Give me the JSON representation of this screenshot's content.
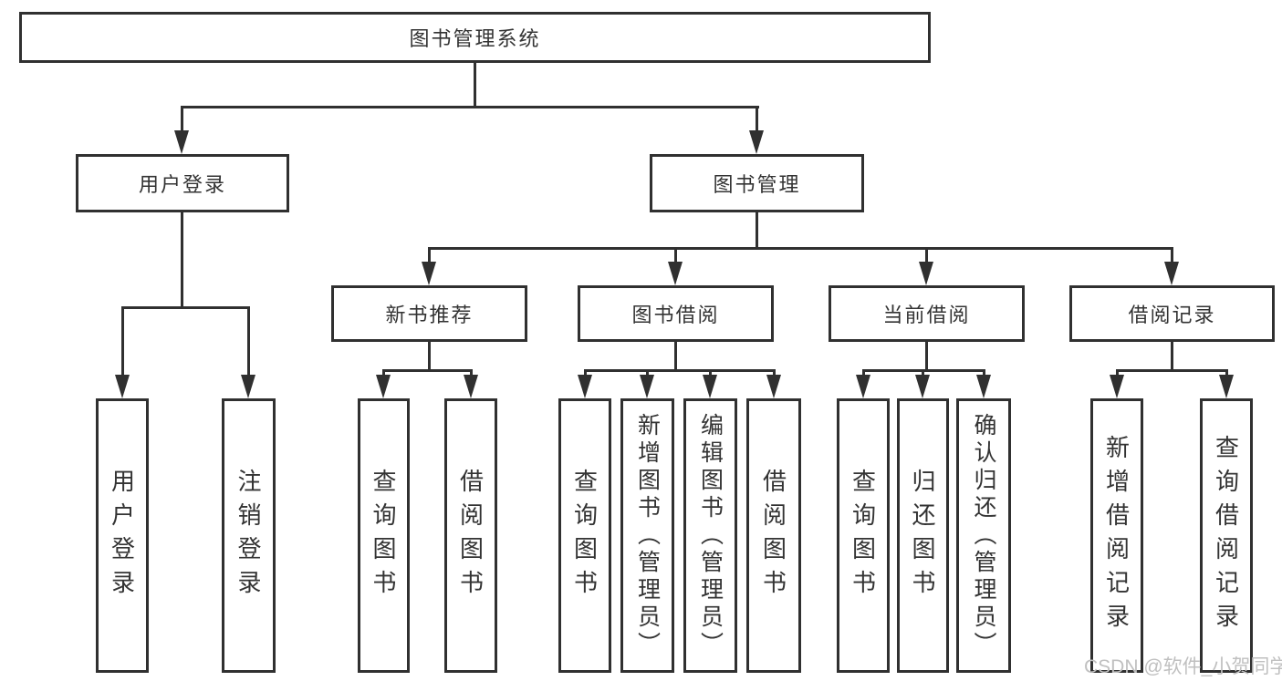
{
  "diagram": {
    "root": {
      "label": "图书管理系统"
    },
    "branches": [
      {
        "label": "用户登录",
        "children": [
          {
            "label": "用户登录"
          },
          {
            "label": "注销登录"
          }
        ]
      },
      {
        "label": "图书管理",
        "children": [
          {
            "label": "新书推荐",
            "children": [
              {
                "label": "查询图书"
              },
              {
                "label": "借阅图书"
              }
            ]
          },
          {
            "label": "图书借阅",
            "children": [
              {
                "label": "查询图书"
              },
              {
                "label": "新增图书（管理员）"
              },
              {
                "label": "编辑图书（管理员）"
              },
              {
                "label": "借阅图书"
              }
            ]
          },
          {
            "label": "当前借阅",
            "children": [
              {
                "label": "查询图书"
              },
              {
                "label": "归还图书"
              },
              {
                "label": "确认归还（管理员）"
              }
            ]
          },
          {
            "label": "借阅记录",
            "children": [
              {
                "label": "新增借阅记录"
              },
              {
                "label": "查询借阅记录"
              }
            ]
          }
        ]
      }
    ],
    "watermark": "CSDN @软件_小贺同学",
    "colors": {
      "line": "#303030",
      "text": "#333333",
      "box_fill": "#ffffff",
      "background": "#ffffff",
      "watermark": "#c0c0c0"
    }
  }
}
